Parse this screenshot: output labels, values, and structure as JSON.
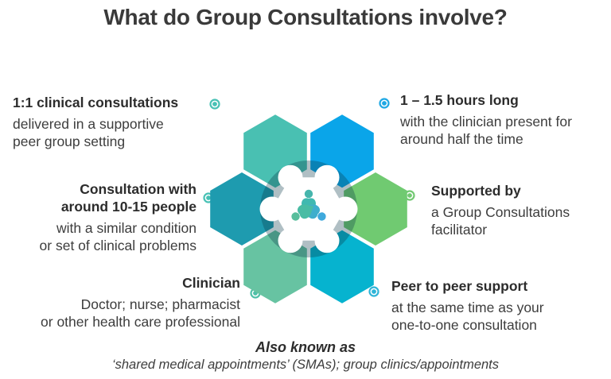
{
  "title": "What do Group Consultations involve?",
  "items": [
    {
      "id": "one-to-one",
      "heading": "1:1 clinical consultations",
      "body": "delivered in a supportive\npeer group setting",
      "bullet_color": "#47C1B5"
    },
    {
      "id": "duration",
      "heading": "1 – 1.5 hours long",
      "body": "with the clinician present for\naround half the time",
      "bullet_color": "#1FA8E4"
    },
    {
      "id": "group-size",
      "heading": "Consultation with\naround 10-15 people",
      "body": "with a similar condition\nor set of clinical problems",
      "bullet_color": "#47C1B5"
    },
    {
      "id": "supported-by",
      "heading": "Supported by",
      "body": "a Group Consultations\nfacilitator",
      "bullet_color": "#72C972"
    },
    {
      "id": "clinician",
      "heading": "Clinician",
      "body": "Doctor; nurse; pharmacist\nor other health care professional",
      "bullet_color": "#4EC0A8"
    },
    {
      "id": "peer-support",
      "heading": "Peer to peer support",
      "body": "at the same time as your\none-to-one consultation",
      "bullet_color": "#2FB5D8"
    }
  ],
  "flower": {
    "overlay_color": "rgba(10,55,70,0.32)",
    "hexagons": [
      {
        "position": "top-left",
        "color": "#49C0B2"
      },
      {
        "position": "top-right",
        "color": "#0AA5E9"
      },
      {
        "position": "left",
        "color": "#1E9BAF"
      },
      {
        "position": "right",
        "color": "#70CA71"
      },
      {
        "position": "bottom-left",
        "color": "#67C3A2"
      },
      {
        "position": "bottom-right",
        "color": "#06B3CF"
      }
    ],
    "logo": {
      "people": [
        {
          "head": "#46B5AC",
          "body": "#40B9B0"
        },
        {
          "head": "#3FA9DC",
          "body": "#3FAECC"
        },
        {
          "head": "#58BE9C",
          "body": "#49BCA4"
        }
      ]
    }
  },
  "footer": {
    "heading": "Also known as",
    "text": "‘shared medical appointments’ (SMAs); group clinics/appointments"
  }
}
